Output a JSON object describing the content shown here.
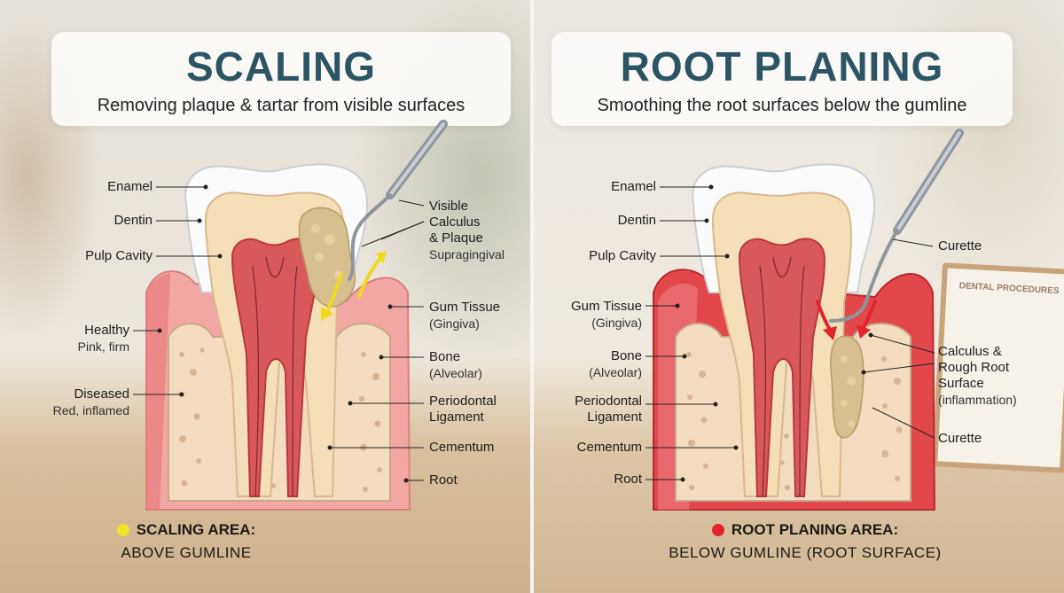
{
  "colors": {
    "title": "#2c5563",
    "gum_healthy": "#f2a7a5",
    "gum_inflamed": "#e2474a",
    "enamel": "#fbfbfb",
    "dentin": "#f5dfb6",
    "pulp": "#d9595a",
    "bone": "#f3dcc0",
    "calculus": "#d6c08f",
    "scaling_dot": "#f2e02a",
    "root_planing_dot": "#e3242b"
  },
  "scaling": {
    "title": "SCALING",
    "subtitle": "Removing plaque & tartar from visible surfaces",
    "labels_left": [
      {
        "text": "Enamel"
      },
      {
        "text": "Dentin"
      },
      {
        "text": "Pulp Cavity"
      },
      {
        "text": "Healthy",
        "sub": "Pink, firm"
      },
      {
        "text": "Diseased",
        "sub": "Red, inflamed"
      }
    ],
    "labels_right": [
      {
        "text": "Visible Calculus & Plaque",
        "line1": "Visible",
        "line2": "Calculus",
        "line3": "& Plaque",
        "sub": "Supragingival"
      },
      {
        "text": "Gum Tissue",
        "sub": "(Gingiva)"
      },
      {
        "text": "Bone",
        "sub": "(Alveolar)"
      },
      {
        "text": "Periodontal Ligament",
        "line1": "Periodontal",
        "line2": "Ligament"
      },
      {
        "text": "Cementum"
      },
      {
        "text": "Root"
      }
    ],
    "legend_head": "SCALING AREA:",
    "legend_desc": "ABOVE GUMLINE"
  },
  "root_planing": {
    "title": "ROOT PLANING",
    "subtitle": "Smoothing the root surfaces below the gumline",
    "labels_left": [
      {
        "text": "Enamel"
      },
      {
        "text": "Dentin"
      },
      {
        "text": "Pulp Cavity"
      },
      {
        "text": "Gum Tissue",
        "sub": "(Gingiva)"
      },
      {
        "text": "Bone",
        "sub": "(Alveolar)"
      },
      {
        "text": "Periodontal Ligament",
        "line1": "Periodontal",
        "line2": "Ligament"
      },
      {
        "text": "Cementum"
      },
      {
        "text": "Root"
      }
    ],
    "labels_right": [
      {
        "text": "Curette"
      },
      {
        "text": "Calculus & Rough Root Surface",
        "line1": "Calculus &",
        "line2": "Rough Root",
        "line3": "Surface",
        "sub": "(inflammation)"
      },
      {
        "text": "Curette"
      }
    ],
    "legend_head": "ROOT PLANING AREA:",
    "legend_desc": "BELOW GUMLINE (ROOT SURFACE)",
    "poster_text": "DENTAL PROCEDURES"
  }
}
